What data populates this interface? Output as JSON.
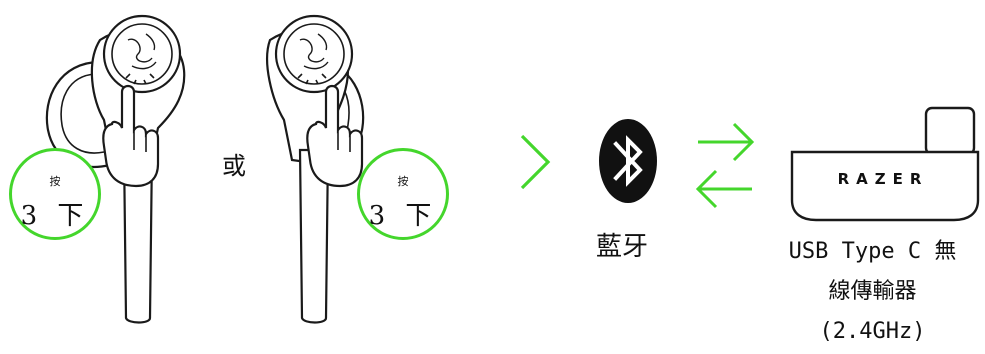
{
  "left_option": {
    "press_label": "按",
    "count_label": "3 下"
  },
  "or_label": "或",
  "right_option": {
    "press_label": "按",
    "count_label": "3 下"
  },
  "bluetooth": {
    "label": "藍牙",
    "icon": "bluetooth-icon"
  },
  "dongle": {
    "brand": "RAZER",
    "label_lines": [
      "USB Type C 無",
      "線傳輸器",
      "(2.4GHz)"
    ]
  },
  "colors": {
    "accent": "#44d62c",
    "line": "#1a1a1a",
    "earbud_fill": "#ffffff"
  }
}
